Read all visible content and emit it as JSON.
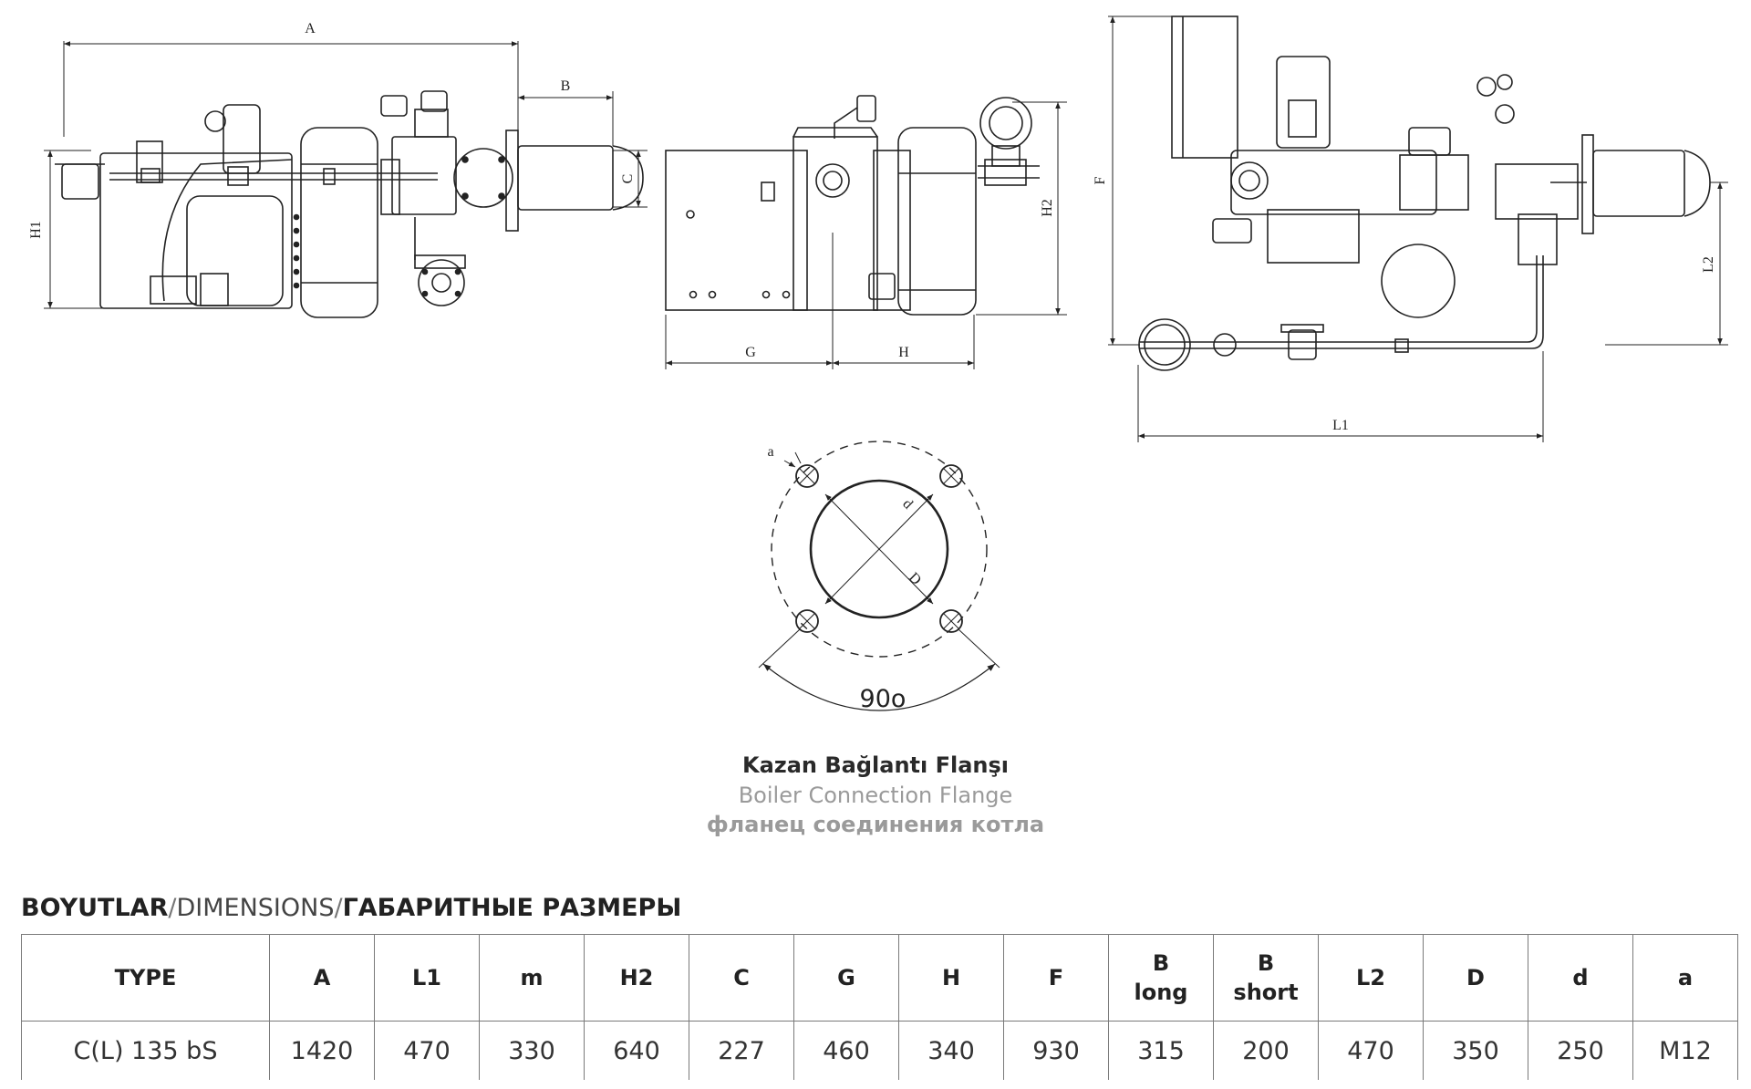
{
  "drawing": {
    "dimension_labels": {
      "A": "A",
      "B": "B",
      "C": "C",
      "H1": "H1",
      "H2": "H2",
      "G": "G",
      "H": "H",
      "F": "F",
      "L1": "L1",
      "L2": "L2"
    },
    "flange_labels": {
      "a": "a",
      "d": "d",
      "D": "D",
      "angle": "90o"
    }
  },
  "caption": {
    "tr": "Kazan Bağlantı Flanşı",
    "en": "Boiler Connection Flange",
    "ru": "фланец соединения котла"
  },
  "dimensions": {
    "title_tr": "BOYUTLAR",
    "sep": "/",
    "title_en": "DIMENSIONS",
    "title_ru": "ГАБАРИТНЫЕ РАЗМЕРЫ",
    "headers": [
      "TYPE",
      "A",
      "L1",
      "m",
      "H2",
      "C",
      "G",
      "H",
      "F",
      "B long",
      "B short",
      "L2",
      "D",
      "d",
      "a"
    ],
    "rows": [
      [
        "C(L) 135 bS",
        "1420",
        "470",
        "330",
        "640",
        "227",
        "460",
        "340",
        "930",
        "315",
        "200",
        "470",
        "350",
        "250",
        "M12"
      ]
    ]
  }
}
